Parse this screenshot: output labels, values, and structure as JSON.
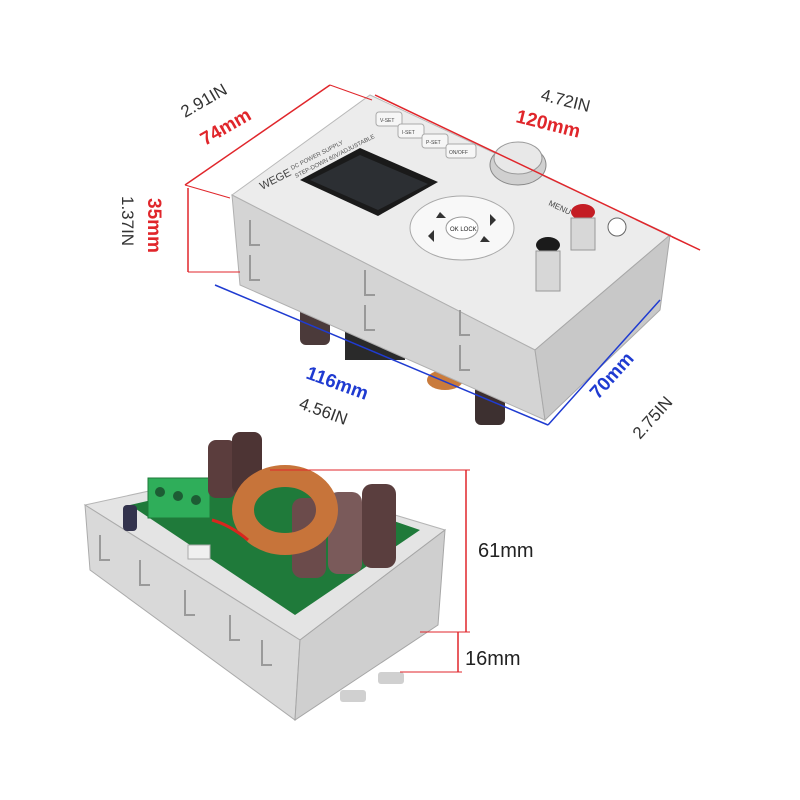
{
  "top_unit": {
    "width_in": "2.91IN",
    "width_mm": "74mm",
    "length_in": "4.72IN",
    "length_mm": "120mm",
    "height_mm": "35mm",
    "height_in": "1.37IN",
    "base_length_mm": "116mm",
    "base_length_in": "4.56IN",
    "base_width_mm": "70mm",
    "base_width_in": "2.75IN",
    "brand": "WEGE",
    "model_line1": "DC POWER SUPPLY",
    "model_line2": "STEP-DOWN  60V/ADJUSTABLE",
    "buttons": [
      "V-SET",
      "I-SET",
      "P-SET",
      "ON/OFF"
    ],
    "center_key": "OK LOCK",
    "menu_label": "MENU"
  },
  "bottom_unit": {
    "total_height": "61mm",
    "base_height": "16mm"
  },
  "colors": {
    "red_dim": "#e0262b",
    "blue_dim": "#1f3bd1",
    "black_dim": "#333333",
    "case": "#dcdcdc",
    "pcb": "#1f7a3a"
  }
}
